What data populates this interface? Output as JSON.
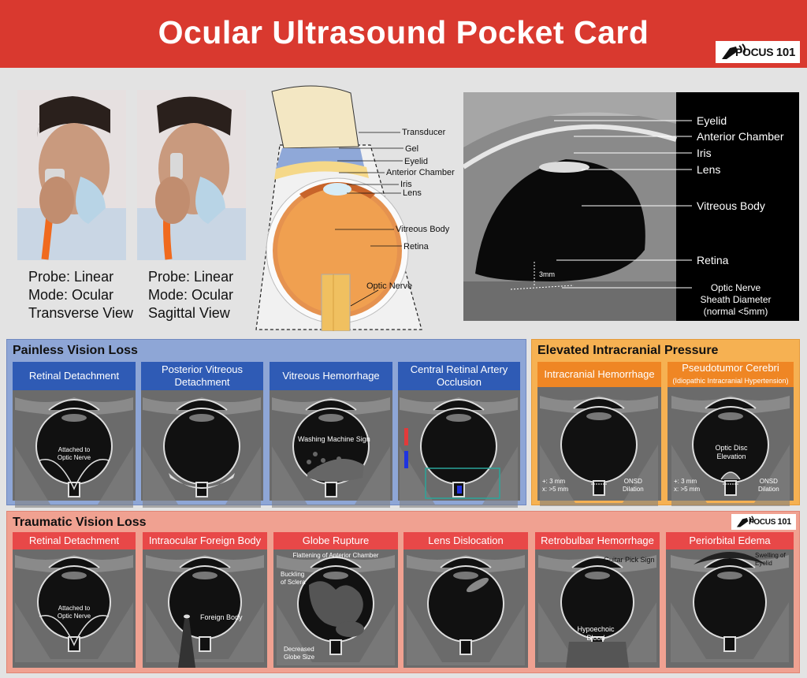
{
  "header": {
    "title": "Ocular Ultrasound Pocket Card"
  },
  "logo": {
    "pocus": "POCUS",
    "num": "101"
  },
  "probe_views": [
    {
      "probe": "Probe: Linear",
      "mode": "Mode: Ocular",
      "view": "Transverse View"
    },
    {
      "probe": "Probe: Linear",
      "mode": "Mode: Ocular",
      "view": "Sagittal View"
    }
  ],
  "diagram": {
    "labels": [
      "Transducer",
      "Gel",
      "Eyelid",
      "Anterior Chamber",
      "Iris",
      "Lens",
      "Vitreous Body",
      "Retina",
      "Optic Nerve"
    ]
  },
  "ultrasound": {
    "labels": [
      "Eyelid",
      "Anterior Chamber",
      "Iris",
      "Lens",
      "Vitreous Body",
      "Retina"
    ],
    "onsd": [
      "Optic Nerve",
      "Sheath Diameter",
      "(normal <5mm)"
    ],
    "measure": "3mm"
  },
  "painless": {
    "title": "Painless Vision Loss",
    "cards": [
      {
        "title": "Retinal Detachment",
        "anno": [
          "Attached to",
          "Optic Nerve"
        ]
      },
      {
        "title": "Posterior Vitreous Detachment"
      },
      {
        "title": "Vitreous Hemorrhage",
        "anno": [
          "Washing Machine Sign"
        ]
      },
      {
        "title": "Central Retinal Artery Occlusion"
      }
    ]
  },
  "icp": {
    "title": "Elevated Intracranial Pressure",
    "cards": [
      {
        "title": "Intracranial Hemorrhage",
        "meas": [
          "+: 3 mm",
          "x: >5 mm"
        ],
        "onsd": [
          "ONSD",
          "Dilation"
        ]
      },
      {
        "title": "Pseudotumor Cerebri",
        "subtitle": "(Idiopathic Intracranial Hypertension)",
        "anno": [
          "Optic Disc",
          "Elevation"
        ],
        "meas": [
          "+: 3 mm",
          "x: >5 mm"
        ],
        "onsd": [
          "ONSD",
          "Dilation"
        ]
      }
    ]
  },
  "traumatic": {
    "title": "Traumatic Vision Loss",
    "cards": [
      {
        "title": "Retinal Detachment",
        "anno": [
          "Attached to",
          "Optic Nerve"
        ]
      },
      {
        "title": "Intraocular Foreign Body",
        "anno": [
          "Foreign Body"
        ]
      },
      {
        "title": "Globe Rupture",
        "anno_top": "Flattening of Anterior Chamber",
        "anno_buckle": [
          "Buckling",
          "of Sclera"
        ],
        "anno_dec": [
          "Decreased",
          "Globe Size"
        ]
      },
      {
        "title": "Lens Dislocation"
      },
      {
        "title": "Retrobulbar Hemorrhage",
        "anno": [
          "Guitar Pick Sign"
        ],
        "anno2": [
          "Hypoechoic",
          "Blood"
        ]
      },
      {
        "title": "Periorbital Edema",
        "anno": [
          "Swelling of",
          "Eyelid"
        ]
      }
    ]
  },
  "colors": {
    "header": "#d9392f",
    "blue_section": "#8ea6d6",
    "blue_card": "#2f5bb5",
    "orange_section": "#f6b152",
    "orange_card": "#ef8624",
    "red_section": "#f0a191",
    "red_card": "#e84848"
  }
}
